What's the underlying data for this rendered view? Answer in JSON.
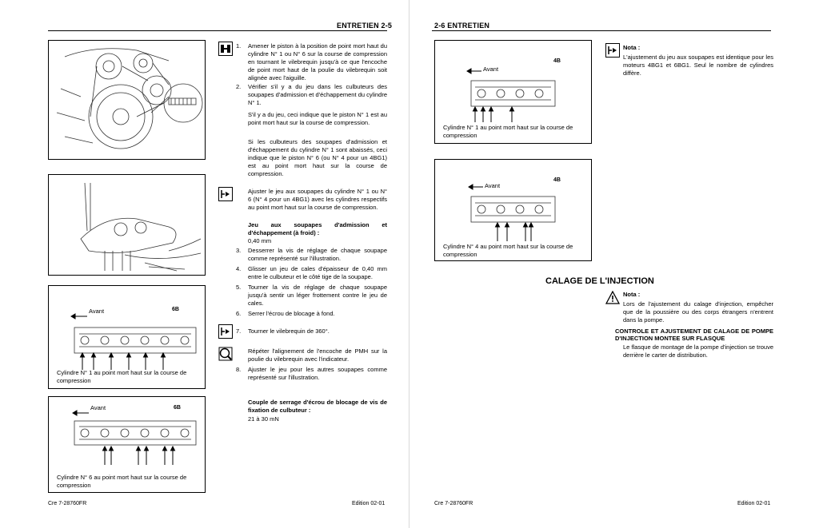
{
  "left": {
    "header": "ENTRETIEN 2-5",
    "footer_left": "Cre 7-28760FR",
    "footer_right": "Edition 02-01",
    "fig3": {
      "tag": "6B",
      "avant": "Avant",
      "caption": "Cylindre N° 1 au point mort haut sur la course de compression"
    },
    "fig4": {
      "tag": "6B",
      "avant": "Avant",
      "caption": "Cylindre N° 6 au point mort haut sur la course de compression"
    },
    "steps": [
      {
        "num": "1.",
        "text": "Amener le piston à la position de point mort haut du cylindre N° 1 ou N° 6 sur la course de compression en tournant le vilebrequin jusqu'à ce que l'encoche de point mort haut de la poulie du vilebrequin soit alignée avec l'aiguille."
      },
      {
        "num": "2.",
        "text": "Vérifier s'il y a du jeu dans les culbuteurs des soupapes d'admission et d'échappement du cylindre N° 1."
      },
      {
        "num": "",
        "text": "S'il y a du jeu, ceci indique que le piston N° 1 est au point mort haut sur la course de compression."
      },
      {
        "num": "",
        "text": "Si les culbuteurs des soupapes d'admission et d'échappement du cylindre N° 1 sont abaissés, ceci indique que le piston N° 6 (ou N° 4 pour un 4BG1) est au point mort haut sur la course de compression."
      }
    ],
    "adjust": {
      "intro": "Ajuster le jeu aux soupapes du cylindre N° 1 ou N° 6 (N° 4 pour un 4BG1) avec les cylindres respectifs au point mort haut sur la course de compression.",
      "spec_title": "Jeu aux soupapes d'admission et d'échappement (à froid) :",
      "spec_value": "0,40 mm",
      "items": [
        {
          "num": "3.",
          "text": "Desserrer la vis de réglage de chaque soupape comme représenté sur l'illustration."
        },
        {
          "num": "4.",
          "text": "Glisser un jeu de cales d'épaisseur de 0,40 mm entre le culbuteur et le côté tige de la soupape."
        },
        {
          "num": "5.",
          "text": "Tourner la vis de réglage de chaque soupape jusqu'à sentir un léger frottement contre le jeu de cales."
        },
        {
          "num": "6.",
          "text": "Serrer l'écrou de blocage à fond."
        }
      ]
    },
    "step7": {
      "num": "7.",
      "text": "Tourner le vilebrequin de 360°."
    },
    "inspect": {
      "text": "Répéter l'alignement de l'encoche de PMH sur la poulie du vilebrequin avec l'indicateur."
    },
    "step8": {
      "num": "8.",
      "text": "Ajuster le jeu pour les autres soupapes comme représenté sur l'illustration."
    },
    "torque": {
      "title": "Couple de serrage d'écrou de blocage de vis de fixation de culbuteur :",
      "value": "21 à 30 mN"
    }
  },
  "right": {
    "header": "2-6 ENTRETIEN",
    "footer_left": "Cre 7-28760FR",
    "footer_right": "Edition 02-01",
    "figA": {
      "tag": "4B",
      "avant": "Avant",
      "caption": "Cylindre N° 1 au point mort haut sur la course de compression"
    },
    "figB": {
      "tag": "4B",
      "avant": "Avant",
      "caption": "Cylindre N° 4 au point mort haut sur la course de compression"
    },
    "nota1": {
      "title": "Nota :",
      "text": "L'ajustement du jeu aux soupapes est identique pour les moteurs 4BG1 et 6BG1. Seul le nombre de cylindres diffère."
    },
    "section_title": "CALAGE DE L'INJECTION",
    "nota2": {
      "title": "Nota :",
      "text": "Lors de l'ajustement du calage d'injection, empêcher que de la poussière ou des corps étrangers n'entrent dans la pompe."
    },
    "subsection": {
      "title": "CONTROLE ET AJUSTEMENT DE CALAGE DE POMPE D'INJECTION MONTEE SUR FLASQUE",
      "text": "Le flasque de montage de la pompe d'injection se trouve derrière le carter de distribution."
    }
  }
}
